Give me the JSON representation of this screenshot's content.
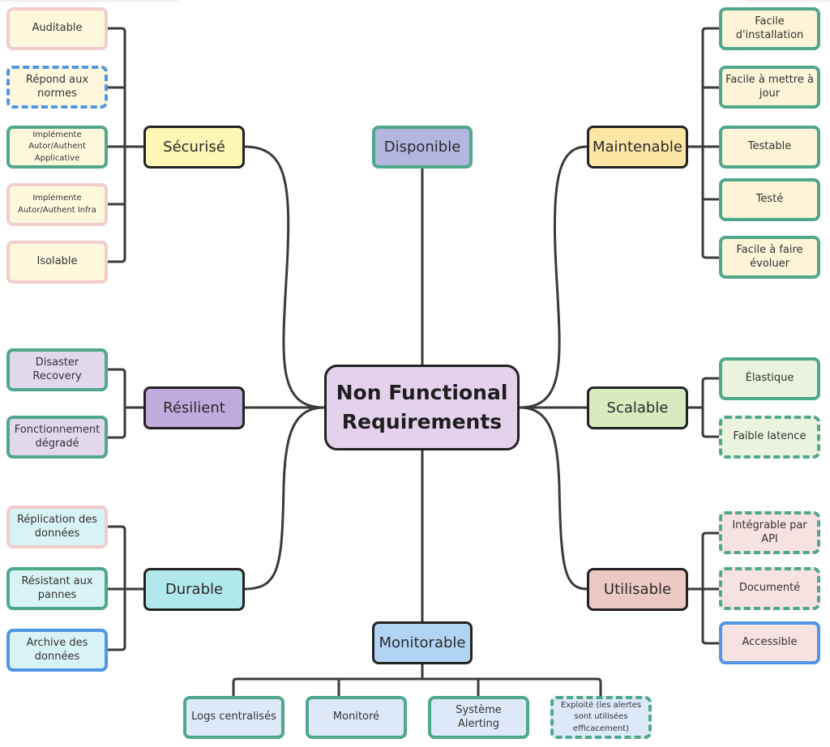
{
  "title": "Non Functional Requirements",
  "colors": {
    "connector": "#3a3a3a",
    "center_fill": "#e4d1ec",
    "border_green": "#4fa88b",
    "border_pink": "#f3cccc",
    "border_blue": "#4f97e6"
  },
  "center": {
    "label_line1": "Non Functional",
    "label_line2": "Requirements"
  },
  "categories": {
    "securise": {
      "label": "Sécurisé",
      "fill": "#fdf6b4",
      "children": [
        {
          "label": "Auditable",
          "fill": "#fdf8dc",
          "border": "pink solid"
        },
        {
          "label": "Répond aux normes",
          "fill": "#fdf8dc",
          "border": "blue dashed"
        },
        {
          "label": "Implémente Autor/Authent Applicative",
          "fill": "#fdf8dc",
          "border": "green solid"
        },
        {
          "label": "Implémente Autor/Authent Infra",
          "fill": "#fdf8dc",
          "border": "pink solid"
        },
        {
          "label": "Isolable",
          "fill": "#fdf8dc",
          "border": "pink solid"
        }
      ]
    },
    "disponible": {
      "label": "Disponible",
      "fill": "#b3b6de",
      "border": "green solid"
    },
    "maintenable": {
      "label": "Maintenable",
      "fill": "#fbe6a6",
      "children": [
        {
          "label": "Facile d'installation",
          "fill": "#fdf3d6",
          "border": "green solid"
        },
        {
          "label": "Facile à mettre à jour",
          "fill": "#fdf3d6",
          "border": "green solid"
        },
        {
          "label": "Testable",
          "fill": "#fdf3d6",
          "border": "green solid"
        },
        {
          "label": "Testé",
          "fill": "#fdf3d6",
          "border": "green solid"
        },
        {
          "label": "Facile à faire évoluer",
          "fill": "#fdf3d6",
          "border": "green solid"
        }
      ]
    },
    "resilient": {
      "label": "Résilient",
      "fill": "#bfabde",
      "children": [
        {
          "label": "Disaster Recovery",
          "fill": "#e2d8ee",
          "border": "green solid"
        },
        {
          "label": "Fonctionnement dégradé",
          "fill": "#e2d8ee",
          "border": "green solid"
        }
      ]
    },
    "scalable": {
      "label": "Scalable",
      "fill": "#d8ebbf",
      "children": [
        {
          "label": "Élastique",
          "fill": "#e9f3dd",
          "border": "green solid"
        },
        {
          "label": "Faible latence",
          "fill": "#e9f3dd",
          "border": "green dashed"
        }
      ]
    },
    "durable": {
      "label": "Durable",
      "fill": "#b1e8ec",
      "children": [
        {
          "label": "Réplication des données",
          "fill": "#d8f3f3",
          "border": "pink solid"
        },
        {
          "label": "Résistant aux pannes",
          "fill": "#d8f3f3",
          "border": "green solid"
        },
        {
          "label": "Archive des données",
          "fill": "#d8f3f3",
          "border": "blue solid"
        }
      ]
    },
    "utilisable": {
      "label": "Utilisable",
      "fill": "#ecc9c2",
      "children": [
        {
          "label": "Intégrable par API",
          "fill": "#f6e2e0",
          "border": "green dashed"
        },
        {
          "label": "Documenté",
          "fill": "#f6e2e0",
          "border": "green dashed"
        },
        {
          "label": "Accessible",
          "fill": "#f6e2e0",
          "border": "blue solid"
        }
      ]
    },
    "monitorable": {
      "label": "Monitorable",
      "fill": "#b1d4f5",
      "children": [
        {
          "label": "Logs centralisés",
          "fill": "#dde9f8",
          "border": "green solid"
        },
        {
          "label": "Monitoré",
          "fill": "#dde9f8",
          "border": "green solid"
        },
        {
          "label": "Système Alerting",
          "fill": "#dde9f8",
          "border": "green solid"
        },
        {
          "label": "Exploité (les alertes sont utilisées efficacement)",
          "fill": "#dde9f8",
          "border": "green dashed"
        }
      ]
    }
  }
}
